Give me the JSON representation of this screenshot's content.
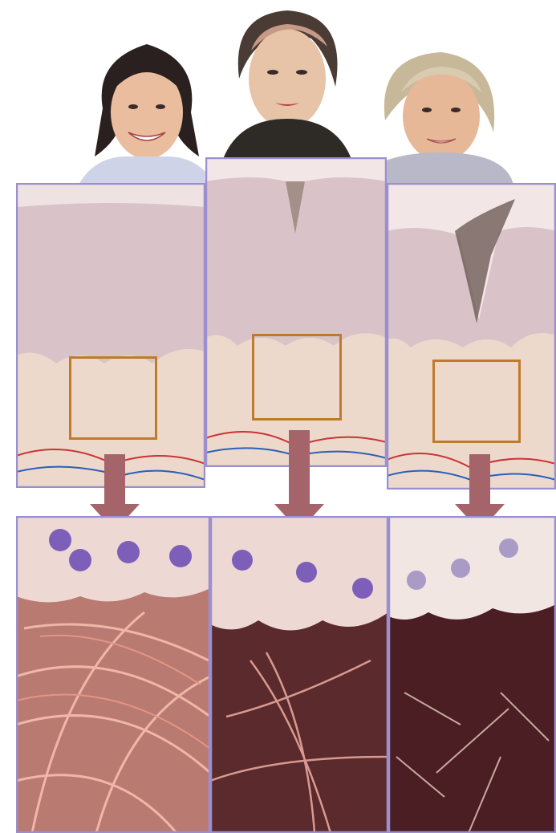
{
  "diagram": {
    "stages": [
      {
        "id": "young",
        "portrait": "young-girl-portrait",
        "skin": "smooth-dermis",
        "cells": "healthy-cells",
        "fibers": "dense-collagen"
      },
      {
        "id": "middle",
        "portrait": "middle-aged-woman-portrait",
        "skin": "shallow-wrinkle",
        "cells": "fewer-cells",
        "fibers": "thinning-collagen"
      },
      {
        "id": "elderly",
        "portrait": "elderly-woman-portrait",
        "skin": "deep-wrinkle",
        "cells": "faded-cells",
        "fibers": "fragmented-collagen"
      }
    ],
    "colors": {
      "frame": "#9b8fd0",
      "magnify_box": "#c07a2c",
      "arrow": "#a5636a",
      "epidermis": "#d9c3c9",
      "dermis": "#ecd9cc",
      "cell": "#eed8d3",
      "nucleus": "#7d5fb9",
      "fiber_bg_young": "#b97a72",
      "fiber_bg_old": "#4a1e22"
    }
  }
}
